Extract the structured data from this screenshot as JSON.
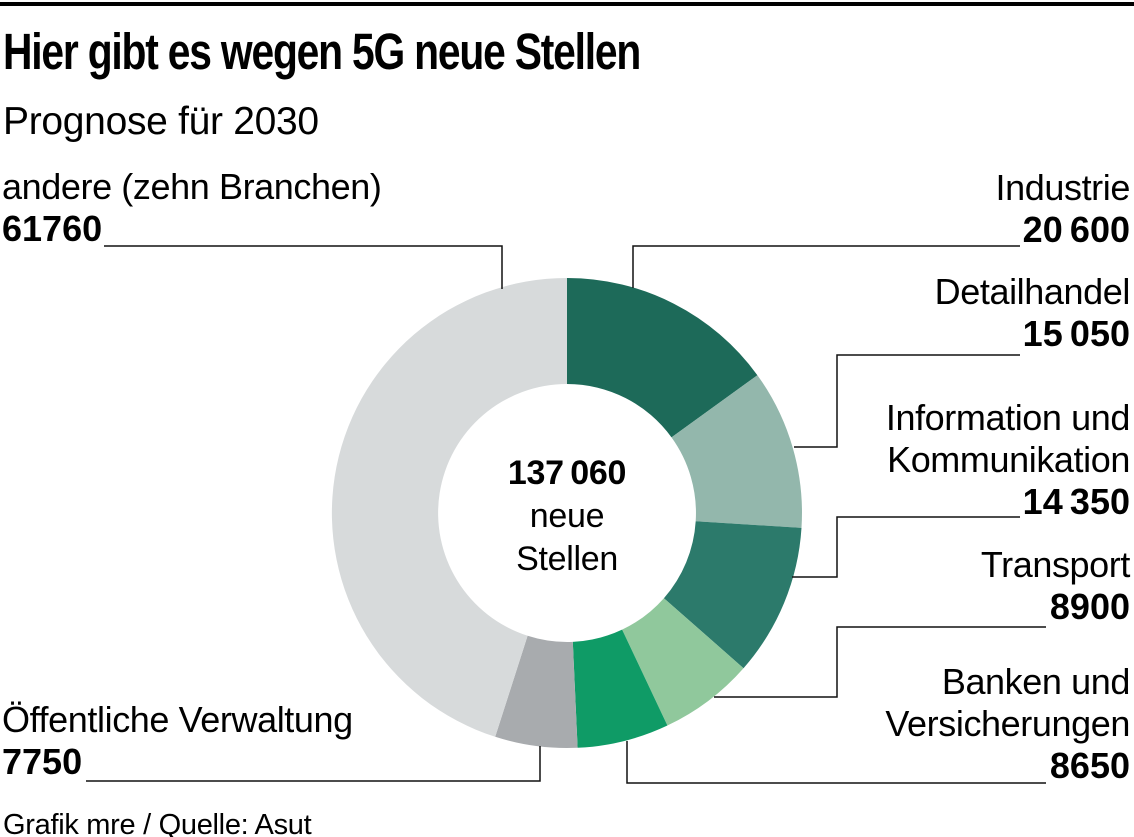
{
  "page": {
    "title": "Hier gibt es wegen 5G neue Stellen",
    "subtitle": "Prognose für 2030",
    "credit": "Grafik mre / Quelle: Asut"
  },
  "center": {
    "value": "137 060",
    "word1": "neue",
    "word2": "Stellen"
  },
  "chart_data": {
    "type": "pie",
    "variant": "donut",
    "title": "Hier gibt es wegen 5G neue Stellen",
    "subtitle": "Prognose für 2030",
    "center_label": "137 060 neue Stellen",
    "total": 137060,
    "legend_position": "callout-labels",
    "slices": [
      {
        "key": "industrie",
        "label": "Industrie",
        "label_lines": [
          "Industrie"
        ],
        "value": 20600,
        "value_display": "20 600",
        "color": "#1D6A59"
      },
      {
        "key": "detailhandel",
        "label": "Detailhandel",
        "label_lines": [
          "Detailhandel"
        ],
        "value": 15050,
        "value_display": "15 050",
        "color": "#93B7AC"
      },
      {
        "key": "information-kommunikation",
        "label": "Information und Kommunikation",
        "label_lines": [
          "Information und",
          "Kommunikation"
        ],
        "value": 14350,
        "value_display": "14 350",
        "color": "#2C7A6B"
      },
      {
        "key": "transport",
        "label": "Transport",
        "label_lines": [
          "Transport"
        ],
        "value": 8900,
        "value_display": "8900",
        "color": "#90C89C"
      },
      {
        "key": "banken-versicherungen",
        "label": "Banken und Versicherungen",
        "label_lines": [
          "Banken und",
          "Versicherungen"
        ],
        "value": 8650,
        "value_display": "8650",
        "color": "#0F9B66"
      },
      {
        "key": "oeffentliche-verwaltung",
        "label": "Öffentliche Verwaltung",
        "label_lines": [
          "Öffentliche Verwaltung"
        ],
        "value": 7750,
        "value_display": "7750",
        "color": "#A8ABAE"
      },
      {
        "key": "andere",
        "label": "andere (zehn Branchen)",
        "label_lines": [
          "andere (zehn Branchen)"
        ],
        "value": 61760,
        "value_display": "61760",
        "color": "#D7DADB"
      }
    ]
  }
}
